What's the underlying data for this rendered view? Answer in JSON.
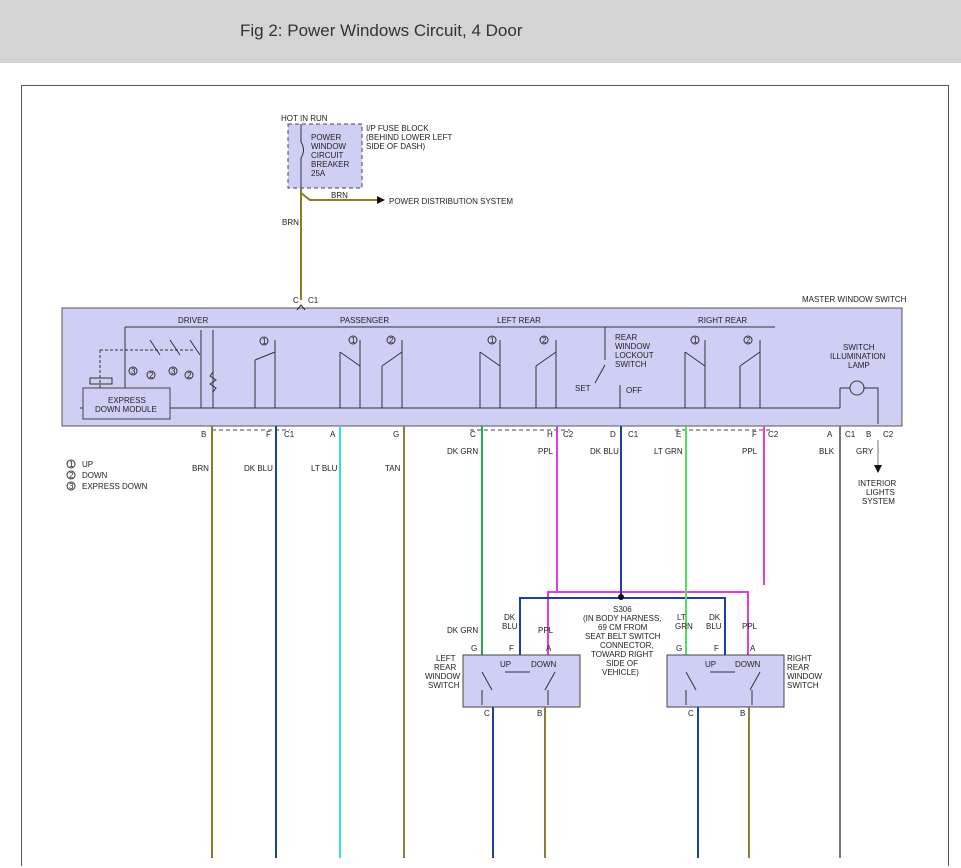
{
  "header": {
    "title": "Fig 2: Power Windows Circuit, 4 Door"
  },
  "colors": {
    "panel": "#cfcff5",
    "brn": "#8b7a2a",
    "dkblu": "#1f3f9a",
    "ltblu": "#3ad9e6",
    "tan": "#8a7e3c",
    "dkgrn": "#2aa84a",
    "ppl": "#e23be0",
    "ltgrn": "#53df5a",
    "blk": "#777777",
    "gry": "#777777",
    "brn_wire": "#7c6c10"
  },
  "fuse": {
    "hot": "HOT IN RUN",
    "name": [
      "POWER",
      "WINDOW",
      "CIRCUIT",
      "BREAKER",
      "25A"
    ],
    "block": [
      "I/P FUSE BLOCK",
      "(BEHIND LOWER LEFT",
      "SIDE OF DASH)"
    ],
    "brn_top": "BRN",
    "power_dist": "POWER DISTRIBUTION SYSTEM",
    "brn_side": "BRN"
  },
  "master": {
    "title": "MASTER WINDOW SWITCH",
    "top_pin": "C",
    "top_conn": "C1",
    "sections": {
      "driver": "DRIVER",
      "passenger": "PASSENGER",
      "left_rear": "LEFT REAR",
      "right_rear": "RIGHT REAR"
    },
    "module": [
      "EXPRESS",
      "DOWN MODULE"
    ],
    "lockout": [
      "REAR",
      "WINDOW",
      "LOCKOUT",
      "SWITCH"
    ],
    "set": "SET",
    "off": "OFF",
    "lamp": [
      "SWITCH",
      "ILLUMINATION",
      "LAMP"
    ]
  },
  "switch_marks": {
    "up": "1",
    "down": "2",
    "express": "3"
  },
  "legend": [
    {
      "num": "1",
      "label": "UP"
    },
    {
      "num": "2",
      "label": "DOWN"
    },
    {
      "num": "3",
      "label": "EXPRESS DOWN"
    }
  ],
  "pins": [
    {
      "pin": "B",
      "conn": "",
      "wire": "BRN"
    },
    {
      "pin": "F",
      "conn": "C1",
      "wire": "DK BLU"
    },
    {
      "pin": "A",
      "conn": "",
      "wire": "LT BLU"
    },
    {
      "pin": "G",
      "conn": "",
      "wire": "TAN"
    },
    {
      "pin": "C",
      "conn": "",
      "wire": "DK GRN"
    },
    {
      "pin": "H",
      "conn": "C2",
      "wire": "PPL"
    },
    {
      "pin": "D",
      "conn": "C1",
      "wire": "DK BLU"
    },
    {
      "pin": "E",
      "conn": "",
      "wire": "LT GRN"
    },
    {
      "pin": "F",
      "conn": "C2",
      "wire": "PPL"
    },
    {
      "pin": "A",
      "conn": "C1",
      "wire": "BLK"
    },
    {
      "pin": "B",
      "conn": "C2",
      "wire": "GRY"
    }
  ],
  "interior": [
    "INTERIOR",
    "LIGHTS",
    "SYSTEM"
  ],
  "splice": [
    "S306",
    "(IN BODY HARNESS,",
    "69 CM FROM",
    "SEAT BELT SWITCH",
    "CONNECTOR,",
    "TOWARD RIGHT",
    "SIDE OF",
    "VEHICLE)"
  ],
  "left_rear_switch": {
    "label": [
      "LEFT",
      "REAR",
      "WINDOW",
      "SWITCH"
    ],
    "wire_g": "DK GRN",
    "wire_f": [
      "DK",
      "BLU"
    ],
    "wire_a": "PPL",
    "pins_top": [
      "G",
      "F",
      "A"
    ],
    "up": "UP",
    "down": "DOWN",
    "pins_bottom": [
      "C",
      "B"
    ]
  },
  "right_rear_switch": {
    "label": [
      "RIGHT",
      "REAR",
      "WINDOW",
      "SWITCH"
    ],
    "wire_g": [
      "LT",
      "GRN"
    ],
    "wire_f": [
      "DK",
      "BLU"
    ],
    "wire_a": "PPL",
    "pins_top": [
      "G",
      "F",
      "A"
    ],
    "up": "UP",
    "down": "DOWN",
    "pins_bottom": [
      "C",
      "B"
    ]
  }
}
